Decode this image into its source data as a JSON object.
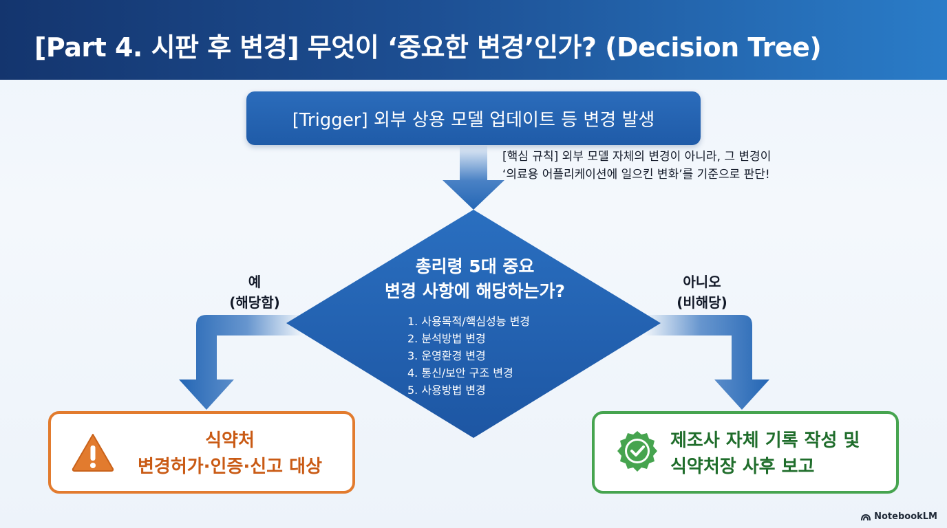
{
  "header": {
    "title": "[Part 4. 시판 후 변경] 무엇이 ‘중요한 변경’인가? (Decision Tree)"
  },
  "trigger": {
    "label": "[Trigger] 외부 상용 모델 업데이트 등 변경 발생"
  },
  "rule_note": {
    "line1": "[핵심 규칙] 외부 모델 자체의 변경이 아니라, 그 변경이",
    "line2": "‘의료용 어플리케이션에 일으킨 변화’를 기준으로 판단!"
  },
  "decision": {
    "title_line1": "총리령 5대 중요",
    "title_line2": "변경 사항에 해당하는가?",
    "items": [
      "1. 사용목적/핵심성능 변경",
      "2. 분석방법 변경",
      "3. 운영환경 변경",
      "4. 통신/보안 구조 변경",
      "5. 사용방법 변경"
    ]
  },
  "branches": {
    "yes_line1": "예",
    "yes_line2": "(해당함)",
    "no_line1": "아니오",
    "no_line2": "(비해당)"
  },
  "outcomes": {
    "yes_line1": "식약처",
    "yes_line2": "변경허가·인증·신고 대상",
    "yes_icon": "warning-icon",
    "no_line1": "제조사 자체 기록 작성 및",
    "no_line2": "식약처장 사후 보고",
    "no_icon": "check-badge-icon"
  },
  "colors": {
    "primary_blue": "#1f5ba8",
    "yes_orange": "#e27b2e",
    "no_green": "#46a44f"
  },
  "brand": {
    "name": "NotebookLM"
  }
}
